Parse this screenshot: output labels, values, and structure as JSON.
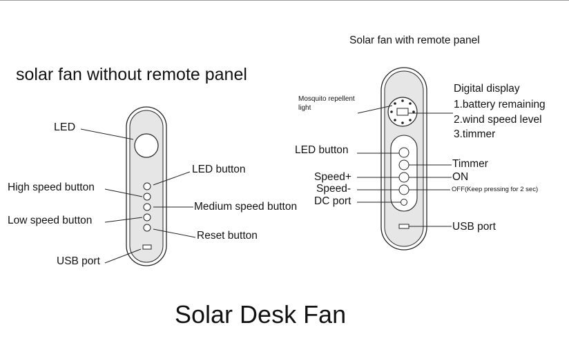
{
  "page": {
    "main_title": "Solar Desk Fan"
  },
  "left_panel": {
    "title": "solar fan without remote panel",
    "labels": {
      "led": "LED",
      "led_button": "LED button",
      "high_speed": "High speed button",
      "medium_speed": "Medium speed button",
      "low_speed": "Low speed button",
      "reset": "Reset button",
      "usb_port": "USB port"
    }
  },
  "right_panel": {
    "title": "Solar fan with remote panel",
    "digital_display": {
      "heading": "Digital display",
      "items": [
        "1.battery remaining",
        "2.wind speed level",
        "3.timmer"
      ]
    },
    "mosquito": {
      "line1": "Mosquito repellent",
      "line2": "light"
    },
    "labels": {
      "led_button": "LED button",
      "speed_plus": "Speed+",
      "speed_minus": "Speed-",
      "dc_port": "DC port",
      "timmer": "Timmer",
      "on": "ON",
      "off": "OFF(Keep pressing for 2 sec)",
      "usb_port": "USB port"
    }
  },
  "colors": {
    "panel_fill": "#e6e6e6",
    "outline": "#222222",
    "rule": "#9a9a9a"
  }
}
